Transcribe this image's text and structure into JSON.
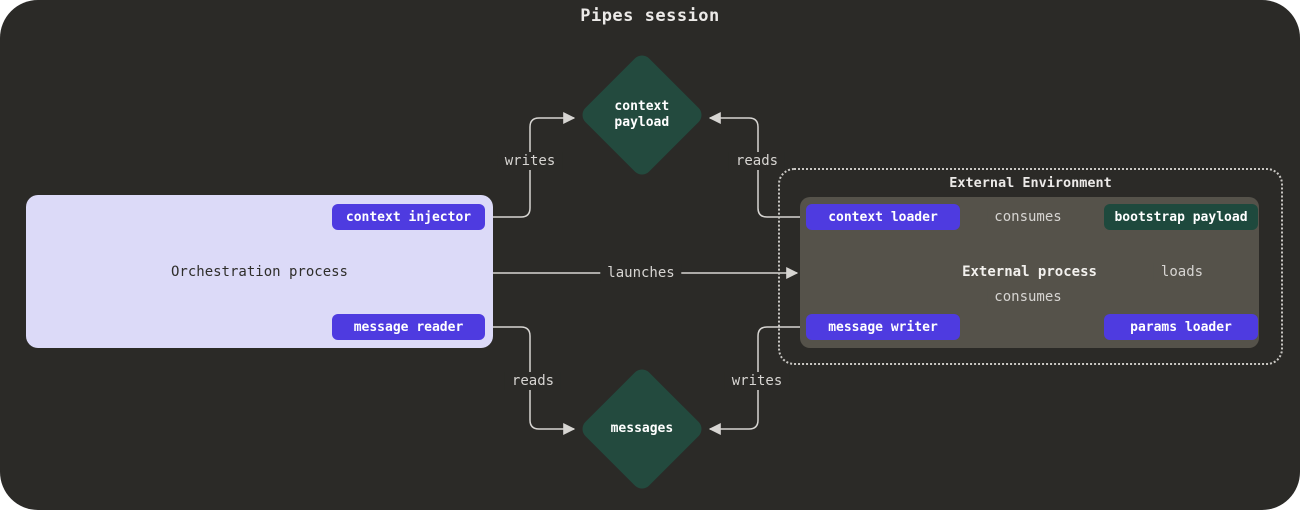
{
  "title": "Pipes session",
  "colors": {
    "background": "#2b2a27",
    "accent_purple": "#4e3be0",
    "accent_green": "#1e493d",
    "diamond_green": "#234a3e",
    "orchestration_bg": "#dcdaf8",
    "external_process_bg": "#55524a",
    "line": "#d7d5d2",
    "text_light": "#eceae8",
    "text_dark": "#2f2e2b"
  },
  "orchestration": {
    "label": "Orchestration process",
    "buttons": [
      {
        "label": "context injector"
      },
      {
        "label": "message reader"
      }
    ]
  },
  "external_environment": {
    "label": "External Environment",
    "process": {
      "label": "External process",
      "buttons": [
        {
          "label": "context loader"
        },
        {
          "label": "bootstrap payload"
        },
        {
          "label": "message writer"
        },
        {
          "label": "params loader"
        }
      ]
    }
  },
  "diamonds": [
    {
      "label": "context payload"
    },
    {
      "label": "messages"
    }
  ],
  "edges": {
    "writes_top": "writes",
    "reads_top": "reads",
    "launches": "launches",
    "consumes_top": "consumes",
    "loads": "loads",
    "consumes_bottom": "consumes",
    "reads_bottom": "reads",
    "writes_bottom": "writes"
  }
}
